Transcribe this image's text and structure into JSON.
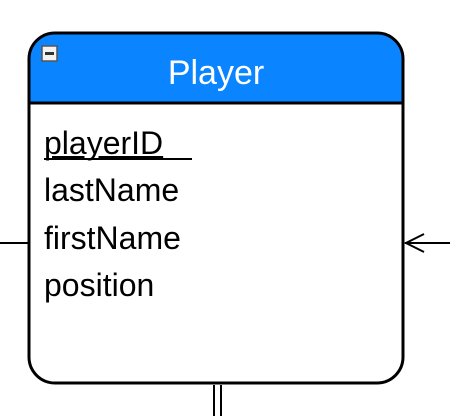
{
  "entity": {
    "name": "Player",
    "header_color": "#0a84ff",
    "attributes": [
      {
        "label": "playerID",
        "primary_key": true
      },
      {
        "label": "lastName",
        "primary_key": false
      },
      {
        "label": "firstName",
        "primary_key": false
      },
      {
        "label": "position",
        "primary_key": false
      }
    ],
    "collapse_icon": "minus-box-icon"
  },
  "connectors": [
    {
      "name": "left-connector-line",
      "side": "left",
      "end": "none"
    },
    {
      "name": "right-connector-arrow",
      "side": "right",
      "end": "arrow"
    },
    {
      "name": "bottom-connector-double-line",
      "side": "bottom",
      "end": "double"
    }
  ]
}
